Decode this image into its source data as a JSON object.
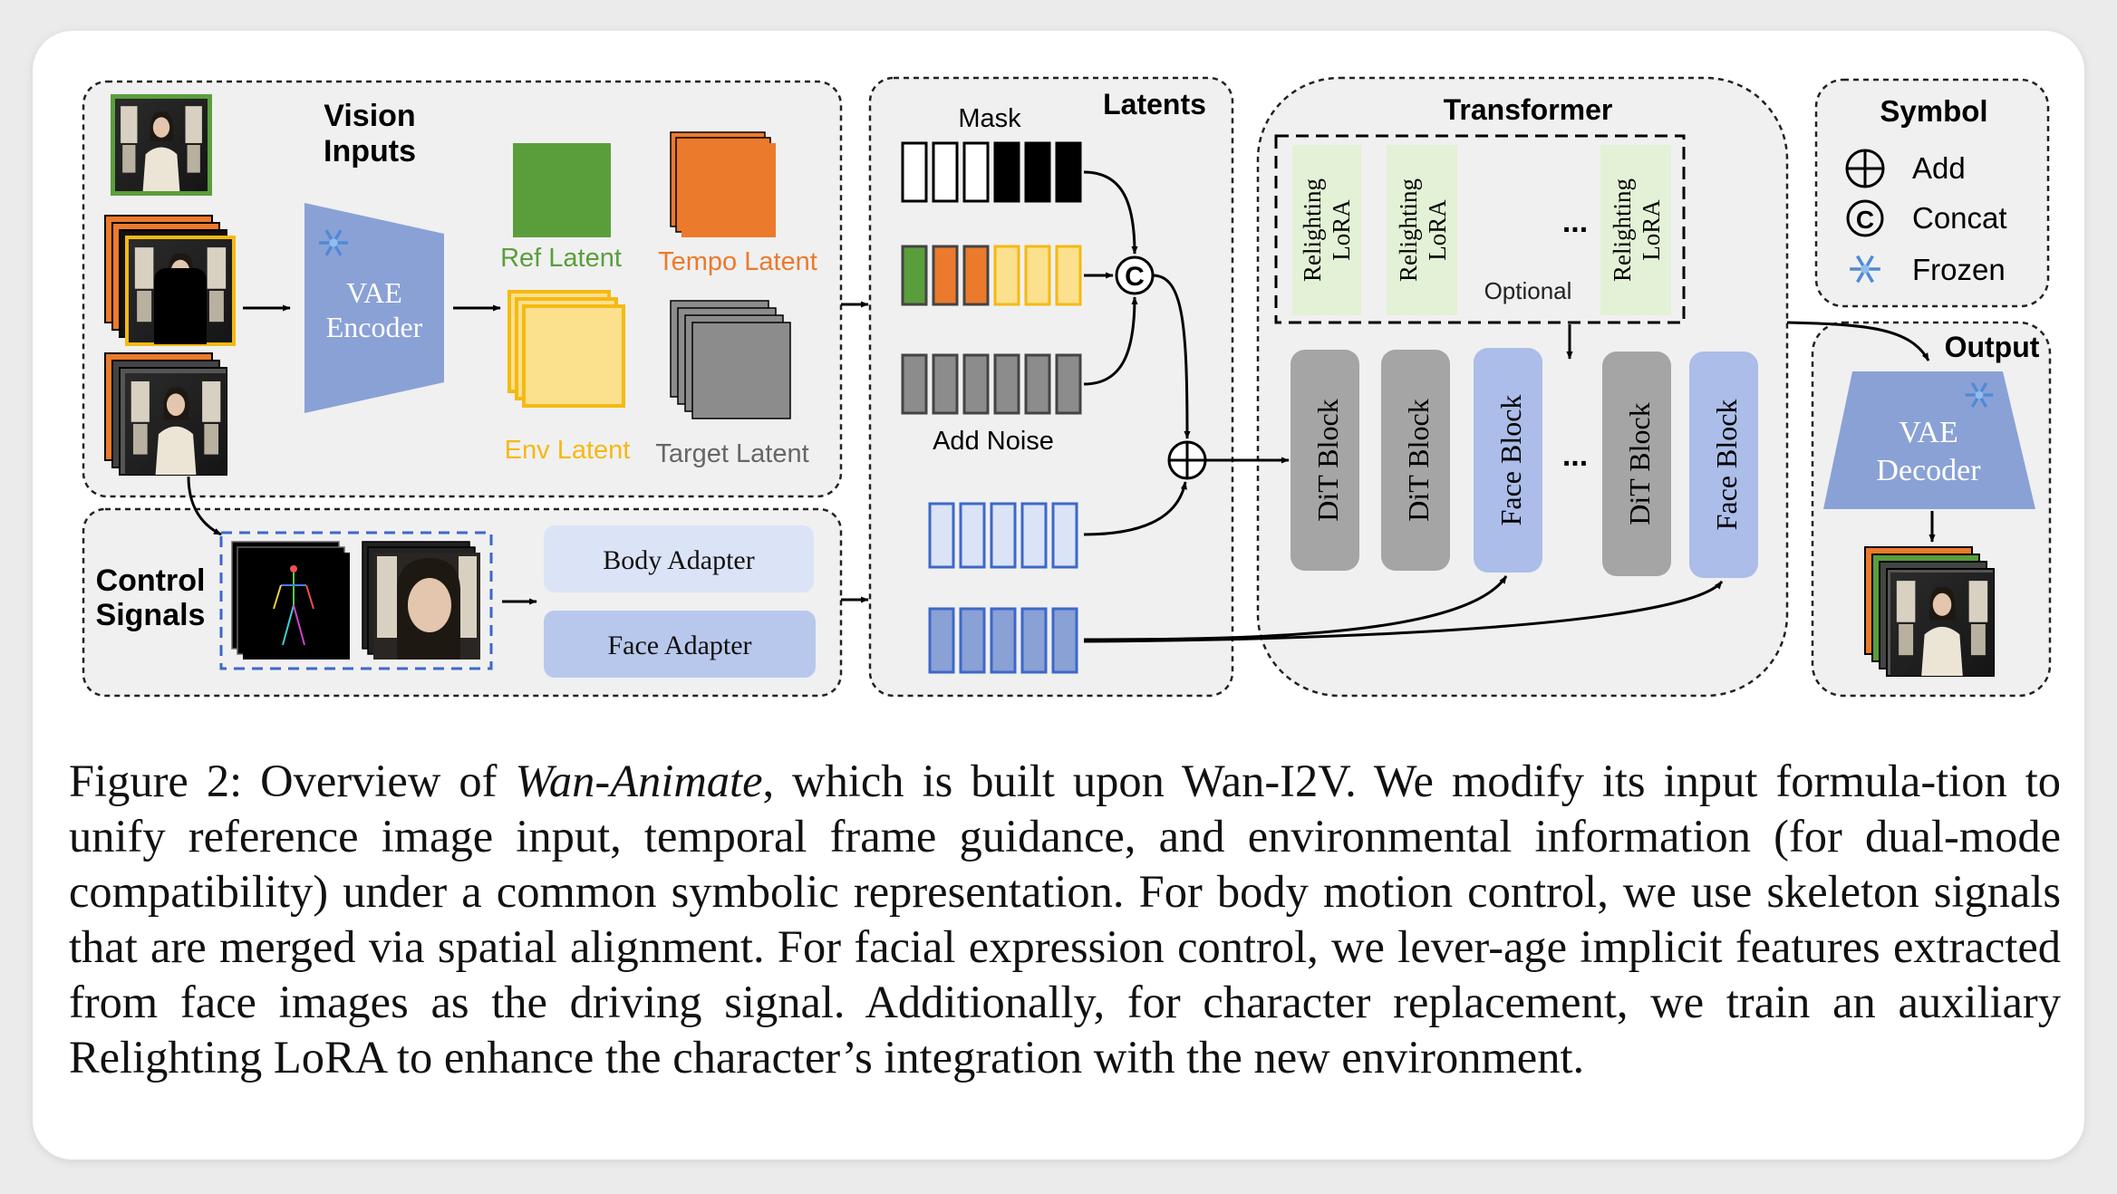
{
  "vision_inputs": {
    "title_line1": "Vision",
    "title_line2": "Inputs"
  },
  "vae_encoder": {
    "line1": "VAE",
    "line2": "Encoder"
  },
  "latent_types": {
    "ref": "Ref Latent",
    "tempo": "Tempo Latent",
    "env": "Env Latent",
    "target": "Target Latent"
  },
  "control_signals": {
    "title_line1": "Control",
    "title_line2": "Signals"
  },
  "adapters": {
    "body": "Body Adapter",
    "face": "Face Adapter"
  },
  "latents": {
    "title": "Latents",
    "mask": "Mask",
    "add_noise": "Add Noise"
  },
  "transformer": {
    "title": "Transformer",
    "lora_label_line1": "Relighting",
    "lora_label_line2": "LoRA",
    "optional": "Optional",
    "ellipsis": "...",
    "blocks": [
      "DiT Block",
      "DiT Block",
      "Face Block",
      "DiT Block",
      "Face Block"
    ]
  },
  "symbol": {
    "title": "Symbol",
    "add": "Add",
    "concat": "Concat",
    "concat_glyph": "C",
    "frozen": "Frozen"
  },
  "output": {
    "title": "Output",
    "decoder_line1": "VAE",
    "decoder_line2": "Decoder"
  },
  "colors": {
    "ref_green": "#5a9e3c",
    "tempo_orange": "#ec7a2c",
    "env_yellow": "#fbe08e",
    "env_border": "#f5b912",
    "target_gray": "#8c8c8c",
    "vae_blue": "#8aa1d6",
    "face_blue": "#abbde8",
    "adapter_light": "#dbe3f6",
    "adapter_face": "#b8c8ec",
    "lora_green": "#e3f1d6",
    "dit_gray": "#a5a5a5",
    "panel_bg": "#f0f0f0"
  },
  "caption": {
    "p1": "Figure 2: Overview of ",
    "model": "Wan-Animate",
    "p2": ", which is built upon Wan-I2V. We modify its input formula-tion to unify reference image input, temporal frame guidance, and environmental information (for dual-mode compatibility) under a common symbolic representation. For body motion control, we use skeleton signals that are merged via spatial alignment. For facial expression control, we lever-age implicit features extracted from face images as the driving signal. Additionally, for character replacement, we train an auxiliary Relighting LoRA to enhance the character’s integration with the new environment."
  }
}
